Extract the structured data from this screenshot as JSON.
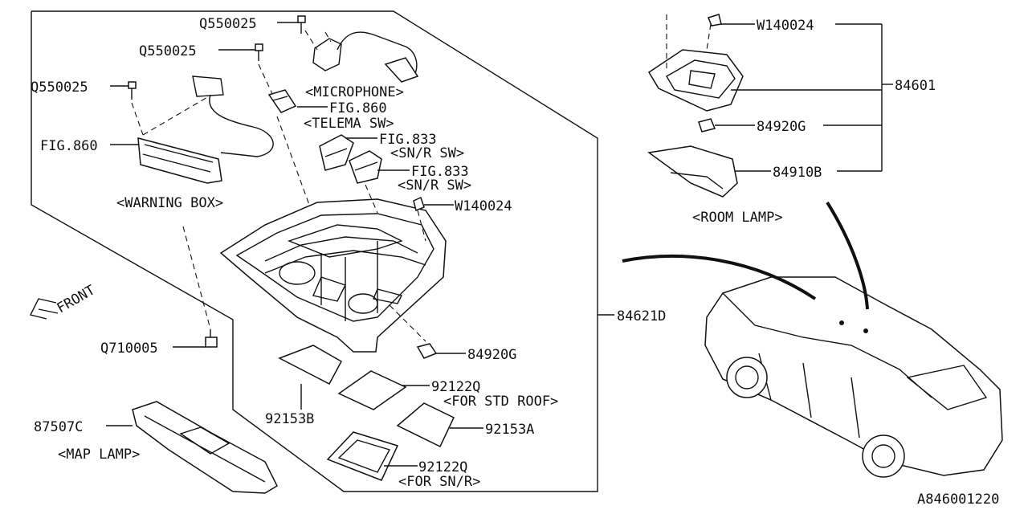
{
  "labels": {
    "q550025_a": "Q550025",
    "q550025_b": "Q550025",
    "q550025_c": "Q550025",
    "microphone": "<MICROPHONE>",
    "fig860_telema": "FIG.860",
    "telema_sw": "<TELEMA SW>",
    "fig860_warning": "FIG.860",
    "fig833_a": "FIG.833",
    "snr_sw_a": "<SN/R SW>",
    "fig833_b": "FIG.833",
    "snr_sw_b": "<SN/R SW>",
    "w140024_console": "W140024",
    "warning_box": "<WARNING BOX>",
    "front": "FRONT",
    "q710005": "Q710005",
    "84621d": "84621D",
    "84920g_console": "84920G",
    "92122q_std": "92122Q",
    "for_std_roof": "<FOR STD ROOF>",
    "92153b": "92153B",
    "92153a": "92153A",
    "92122q_snr": "92122Q",
    "for_snr": "<FOR SN/R>",
    "87507c": "87507C",
    "map_lamp": "<MAP LAMP>",
    "w140024_room": "W140024",
    "84601": "84601",
    "84920g_room": "84920G",
    "84910b": "84910B",
    "room_lamp": "<ROOM LAMP>",
    "ref_code": "A846001220"
  }
}
